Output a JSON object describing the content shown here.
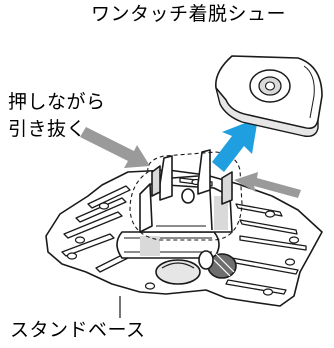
{
  "labels": {
    "shoe": "ワンタッチ着脱シュー",
    "press_line1": "押しながら",
    "press_line2": "引き抜く",
    "base": "スタンドベース"
  },
  "colors": {
    "line": "#1a1a1a",
    "fill": "#ffffff",
    "shade": "#d9d9d9",
    "dark": "#6e6e6e",
    "arrow_gray": "#9a9a9a",
    "arrow_blue": "#1f9fe0"
  }
}
